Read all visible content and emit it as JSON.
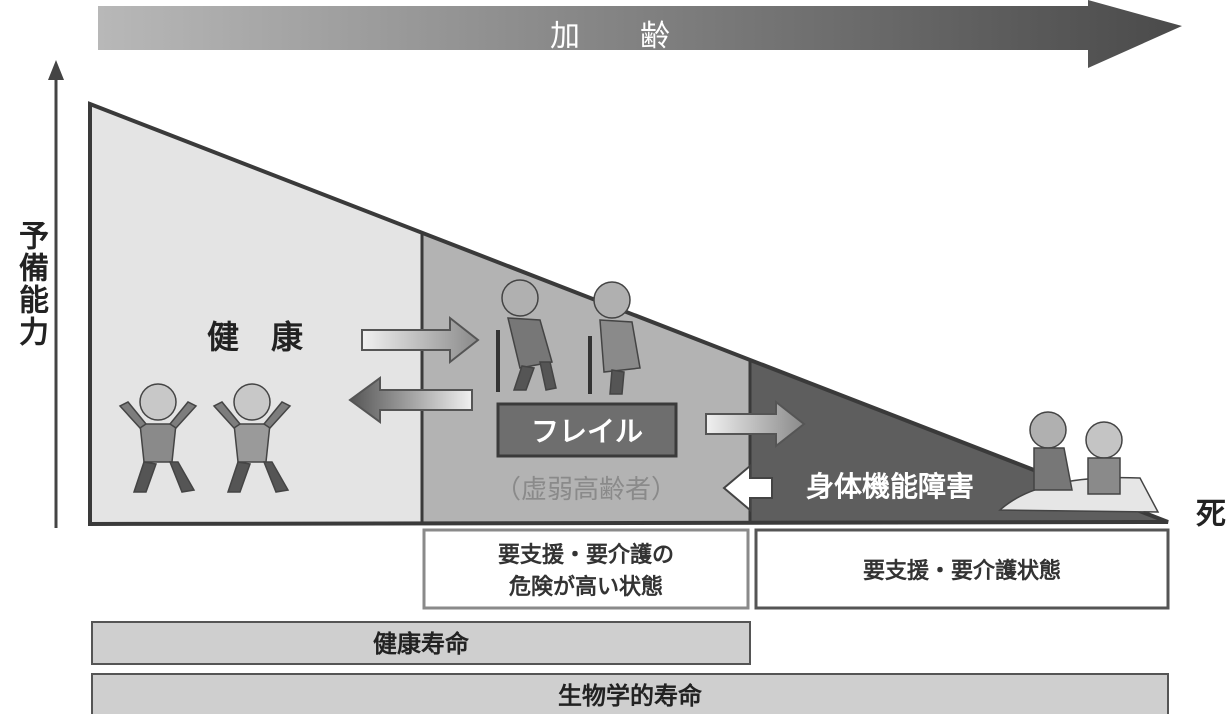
{
  "aging_arrow": {
    "label": "加　　齢"
  },
  "y_axis": {
    "label": "予備能力"
  },
  "phases": {
    "health": {
      "label": "健　康"
    },
    "frailty": {
      "label": "フレイル",
      "sub": "（虚弱高齢者）"
    },
    "disability": {
      "label": "身体機能障害"
    }
  },
  "death_label": "死",
  "state_boxes": {
    "at_risk": {
      "line1": "要支援・要介護の",
      "line2": "危険が高い状態"
    },
    "care_needed": {
      "label": "要支援・要介護状態"
    }
  },
  "lifespan_bars": {
    "healthy": {
      "label": "健康寿命"
    },
    "biological": {
      "label": "生物学的寿命"
    }
  },
  "colors": {
    "health_fill": "#e4e4e4",
    "frailty_fill": "#b3b3b3",
    "disability_fill": "#5e5e5e",
    "outline": "#3a3a3a",
    "bar_fill": "#cfcfcf"
  }
}
